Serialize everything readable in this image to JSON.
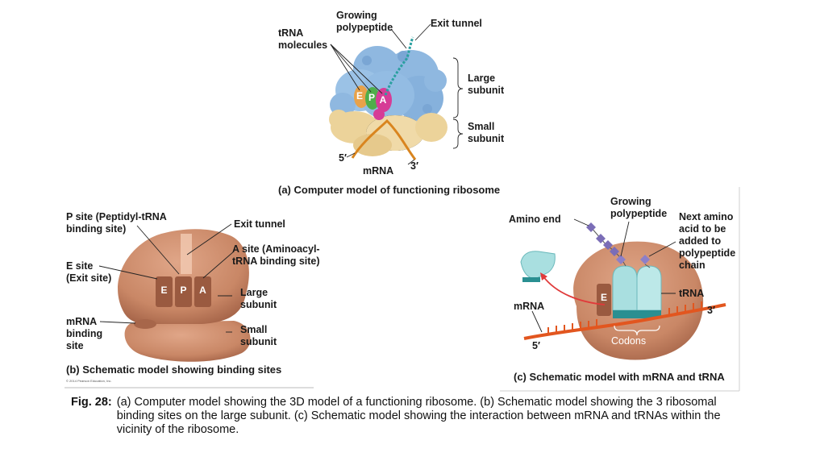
{
  "panel_a": {
    "growing_polypeptide": [
      "Growing",
      "polypeptide"
    ],
    "exit_tunnel": "Exit tunnel",
    "trna_molecules": [
      "tRNA",
      "molecules"
    ],
    "large_subunit": [
      "Large",
      "subunit"
    ],
    "small_subunit": [
      "Small",
      "subunit"
    ],
    "five_prime": "5′",
    "mrna": "mRNA",
    "three_prime": "3′",
    "site_e": "E",
    "site_p": "P",
    "site_a": "A",
    "caption": "(a) Computer model of functioning ribosome"
  },
  "panel_b": {
    "p_site": [
      "P site (Peptidyl-tRNA",
      "binding site)"
    ],
    "exit_tunnel": "Exit tunnel",
    "a_site": [
      "A site (Aminoacyl-",
      "tRNA binding site)"
    ],
    "e_site": [
      "E site",
      "(Exit site)"
    ],
    "large_subunit": [
      "Large",
      "subunit"
    ],
    "mrna_binding_site": [
      "mRNA",
      "binding",
      "site"
    ],
    "small_subunit": [
      "Small",
      "subunit"
    ],
    "site_e": "E",
    "site_p": "P",
    "site_a": "A",
    "caption": "(b) Schematic model showing binding sites",
    "copyright": "© 2014 Pearson Education, Inc."
  },
  "panel_c": {
    "amino_end": "Amino end",
    "growing_polypeptide": [
      "Growing",
      "polypeptide"
    ],
    "next_amino_acid": [
      "Next amino",
      "acid to be",
      "added to",
      "polypeptide",
      "chain"
    ],
    "mrna": "mRNA",
    "trna": "tRNA",
    "three_prime": "3′",
    "five_prime": "5′",
    "codons": "Codons",
    "site_e": "E",
    "caption": "(c) Schematic model with mRNA and tRNA"
  },
  "figure": {
    "label": "Fig. 28:",
    "text": "(a) Computer model showing the 3D model of a functioning ribosome. (b) Schematic model showing the 3 ribosomal binding sites on the large subunit. (c) Schematic model showing the interaction between mRNA and tRNAs within the vicinity of the ribosome."
  },
  "colors": {
    "large_subunit_blue": "#8fb8e0",
    "small_subunit_tan": "#ecd39a",
    "ribosome_schematic": "#c98766",
    "trna_teal": "#a9dfe0",
    "mrna_orange": "#e2561f",
    "polypeptide_purple": "#7b6db7"
  }
}
